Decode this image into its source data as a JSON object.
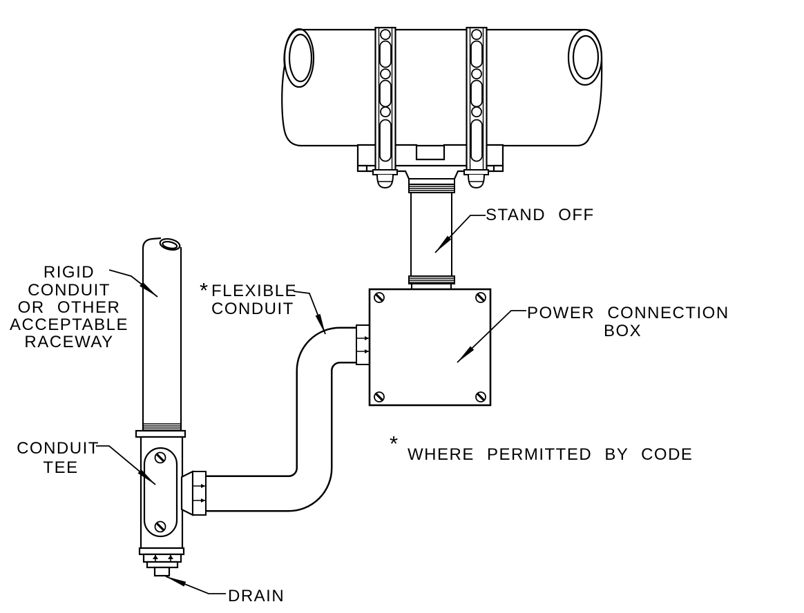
{
  "colors": {
    "ink": "#000000",
    "paper": "#ffffff"
  },
  "labels": {
    "rigid_conduit": {
      "lines": [
        "RIGID",
        "CONDUIT",
        "OR OTHER",
        "ACCEPTABLE",
        "RACEWAY"
      ]
    },
    "flexible_conduit": {
      "marker": "*",
      "lines": [
        "FLEXIBLE",
        "CONDUIT"
      ]
    },
    "stand_off": {
      "text": "STAND OFF"
    },
    "power_connection_box": {
      "lines": [
        "POWER CONNECTION",
        "BOX"
      ]
    },
    "conduit_tee": {
      "lines": [
        "CONDUIT",
        "TEE"
      ]
    },
    "drain": {
      "text": "DRAIN"
    },
    "code_note": {
      "marker": "*",
      "text": "WHERE PERMITTED BY CODE"
    }
  }
}
